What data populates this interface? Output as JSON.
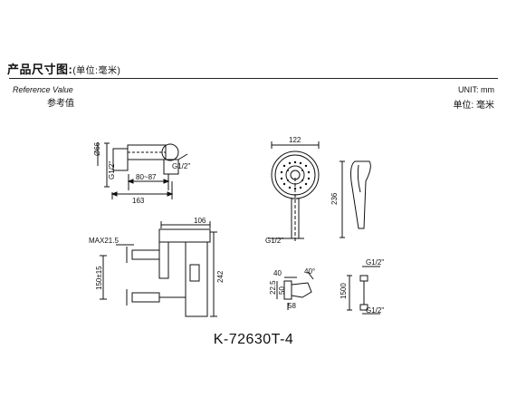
{
  "header": {
    "title": "产品尺寸图:",
    "title_unit": "(单位:毫米)",
    "reference_en": "Reference Value",
    "reference_cn": "参考值",
    "unit_en": "UNIT:    mm",
    "unit_cn": "单位: 毫米"
  },
  "dimensions": {
    "top_view": {
      "dia": "Ø66",
      "thread": "G1/2\"",
      "thread_right": "G1/2\"",
      "range": "80~87",
      "length": "163"
    },
    "handshower": {
      "width": "122",
      "length": "236",
      "thread": "G1/2\""
    },
    "front_view": {
      "width": "106",
      "max": "MAX21.5",
      "center": "150±15",
      "height": "242"
    },
    "bracket": {
      "w1": "40",
      "h1": "22.5",
      "h2": "50",
      "w2": "58",
      "angle": "40°"
    },
    "hose": {
      "top": "G1/2\"",
      "length": "1500",
      "bottom": "G1/2\""
    }
  },
  "model_number": "K-72630T-4"
}
